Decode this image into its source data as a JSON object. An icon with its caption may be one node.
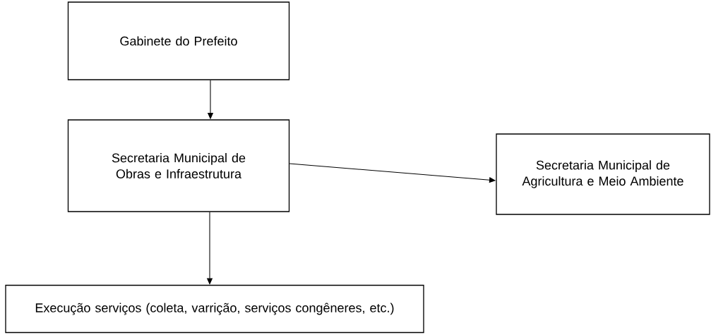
{
  "diagram": {
    "nodes": [
      {
        "text": [
          "Gabinete do Prefeito"
        ]
      },
      {
        "text": [
          "Secretaria Municipal de Obras e Infraestrutura"
        ]
      },
      {
        "text": [
          "Secretaria Municipal de Agricultura e Meio Ambiente"
        ]
      },
      {
        "text": [
          "Execução serviços (coleta, varrição, serviços congêneres, etc.)"
        ]
      }
    ],
    "edges": [
      {
        "from": 0,
        "to": 1,
        "arrow": "to"
      },
      {
        "from": 1,
        "to": 2,
        "arrow": "to"
      },
      {
        "from": 1,
        "to": 3,
        "arrow": "to"
      }
    ]
  }
}
